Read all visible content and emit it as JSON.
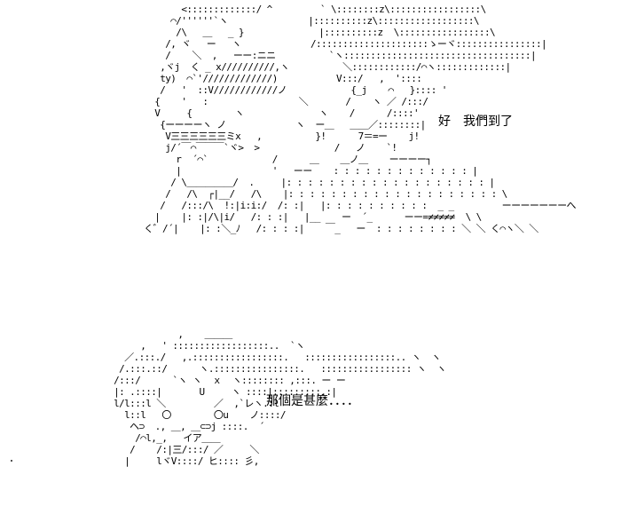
{
  "scene": {
    "top_dialogue": "好　我們到了",
    "bottom_dialogue": "那個是甚麼．．．．"
  },
  "ascii_art": {
    "top_figure": "              <:::::::::::::/ ^         ` \\::::::::z\\:::::::::::::::::\\\n            ⌒/''''''`ヽ               |::::::::::z\\::::::::::::::::::\\\n             /\\   ＿   _ }              |::::::::::z  \\:::::::::::::::::\\\n           /, ヾ   ー   ヽ             /:::::::::::::::::::::ゝーヾ::::::::::::::::|\n           /    ＼  ,   ーー:ニニ          `ヽ:::::::::::::::::::::::::::::::::::|\n          ,ヾj  く _ x//////////,ヽ          ＼::::::::::::/⌒ヽ:::::::::::::|\n          ty)  ⌒`'/////////////)           V:::/   ,  '::::\n          /   '  ::V////////////ノ            {_j    ⌒   }:::: '\n         {    '   :                 ＼       /    ヽ ／ /:::/\n         V     {        ヽ              ヽ    /      /::::'\n          {ーーーーヽ ノ             ヽ  ー＿   ＿＿／::::::::|\n           V三三三三三三ミx   ,          }!      7＝=ー    j!\n           j/´￣⌒￣￣￣`ヾ>  >              /   ノ    `!\n             r  ´⌒`            /      ＿    ＿ノ＿    ーーーー┐\n             |                 '   ーー    : : : : : : : : : : : : : |\n            / \\＿＿＿＿＿/  .     |: : : : : : : : : : : : : : : : : : : |\n           /   /\\  ┌|__/   /\\    |: : : : : : : : : : : : : : : : : : : : \\\n          /   /:::/\\  !:|i:i:/  /: :|   |: : : : : : : : : :  _ _         ーーーーーーーへ\n         |    |: :|/\\|i/   /: : :|   |__    ー  ´_      ーー=≠≠≠≠≠  \\ \\\n       く゛/´|    |: :＼_ﾉ   /: : : :|    ￣_   ー  : : : : : : : : ＼ ＼ く⌒ヽ＼ ＼",
    "bottom_figure": "                 ,    ＿＿＿\n          ,   ' ::::::::::::::::::..  `ヽ\n       ／.:::./   ,.:::::::::::::::::.   :::::::::::::::::.. ヽ  ヽ\n      /.:::.::/      ヽ.::::::::::::::::.   ::::::::::::::::: ヽ  ヽ\n     /:::/      `ヽ ヽ  ｘ  ヽ:::::::: ,:::. ー ー\n     |: .::::|       U     ヽ ::::|:::::::::.:|\n     l/l:::l ＼         ／  ,`レヽ.:l\n       l::l   〇        〇u    ノ::::/\n        ヘ⊃  ., ＿, ＿⊂⊃j ::::.  ´\n         /⌒l,_,   イア＿＿\n        /    /:|三/:::/ ／     ＼\n       |     lヾV::::/ ヒ:::: 彡,"
  }
}
